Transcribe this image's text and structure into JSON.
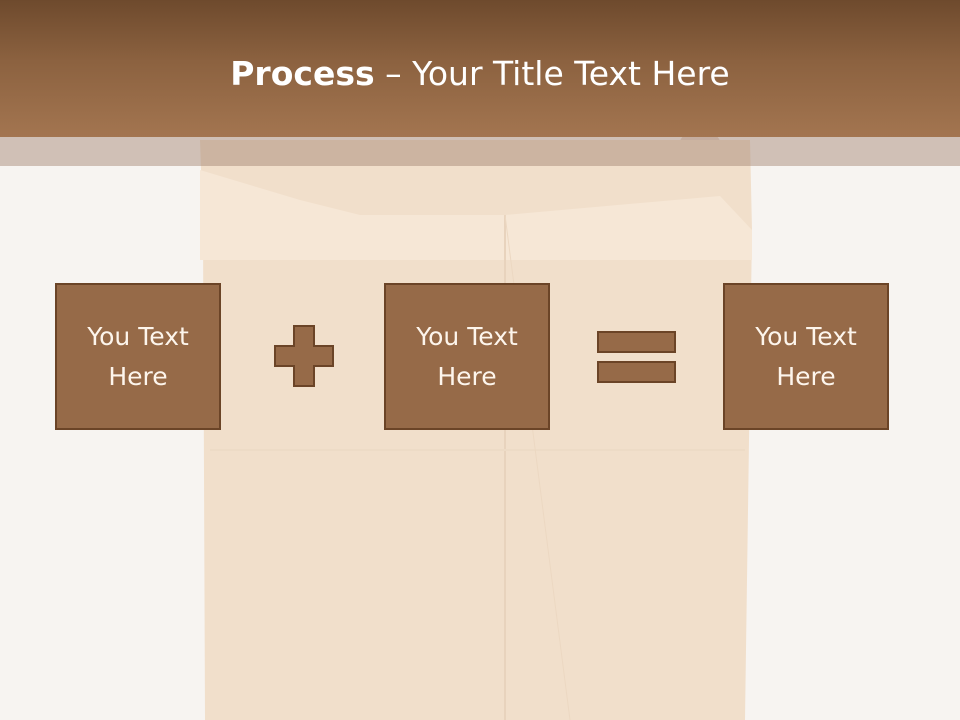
{
  "slide": {
    "title_bold": "Process",
    "title_rest": " – Your Title Text Here"
  },
  "process": {
    "boxes": [
      {
        "text": "You Text Here"
      },
      {
        "text": "You Text Here"
      },
      {
        "text": "You Text Here"
      }
    ],
    "operators": [
      "plus-icon",
      "equals-icon"
    ]
  },
  "colors": {
    "header_dark": "#6e4a2d",
    "header_light": "#a37550",
    "box_fill": "#966a48",
    "box_border": "#6b4427",
    "text_light": "#fdf5ec"
  }
}
